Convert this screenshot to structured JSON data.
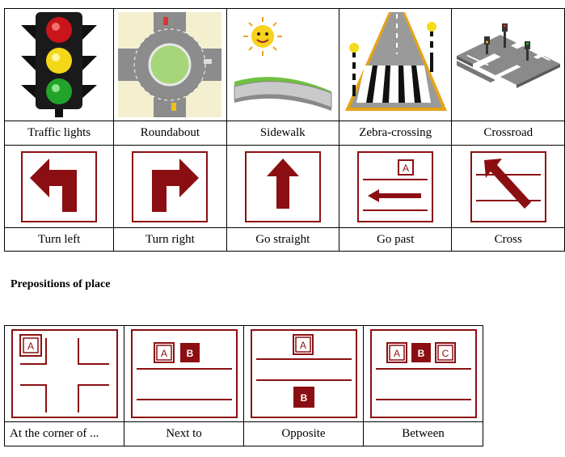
{
  "vocab": {
    "places": [
      {
        "label": "Traffic lights",
        "icon": "traffic-light-icon"
      },
      {
        "label": "Roundabout",
        "icon": "roundabout-icon"
      },
      {
        "label": "Sidewalk",
        "icon": "sidewalk-icon"
      },
      {
        "label": "Zebra-crossing",
        "icon": "zebra-crossing-icon"
      },
      {
        "label": "Crossroad",
        "icon": "crossroad-icon"
      }
    ],
    "directions": [
      {
        "label": "Turn left",
        "icon": "turn-left-arrow-icon"
      },
      {
        "label": "Turn right",
        "icon": "turn-right-arrow-icon"
      },
      {
        "label": "Go straight",
        "icon": "go-straight-arrow-icon"
      },
      {
        "label": "Go past",
        "icon": "go-past-icon"
      },
      {
        "label": "Cross",
        "icon": "cross-arrow-icon"
      }
    ]
  },
  "prepositions": {
    "heading": "Prepositions of place",
    "items": [
      {
        "label": "At the corner of ...",
        "icon": "corner-diagram-icon",
        "letters": [
          "A"
        ]
      },
      {
        "label": "Next to",
        "icon": "next-to-diagram-icon",
        "letters": [
          "A",
          "B"
        ]
      },
      {
        "label": "Opposite",
        "icon": "opposite-diagram-icon",
        "letters": [
          "A",
          "B"
        ]
      },
      {
        "label": "Between",
        "icon": "between-diagram-icon",
        "letters": [
          "A",
          "B",
          "C"
        ]
      }
    ]
  },
  "colors": {
    "sign": "#8b0f12",
    "line": "#000000"
  }
}
